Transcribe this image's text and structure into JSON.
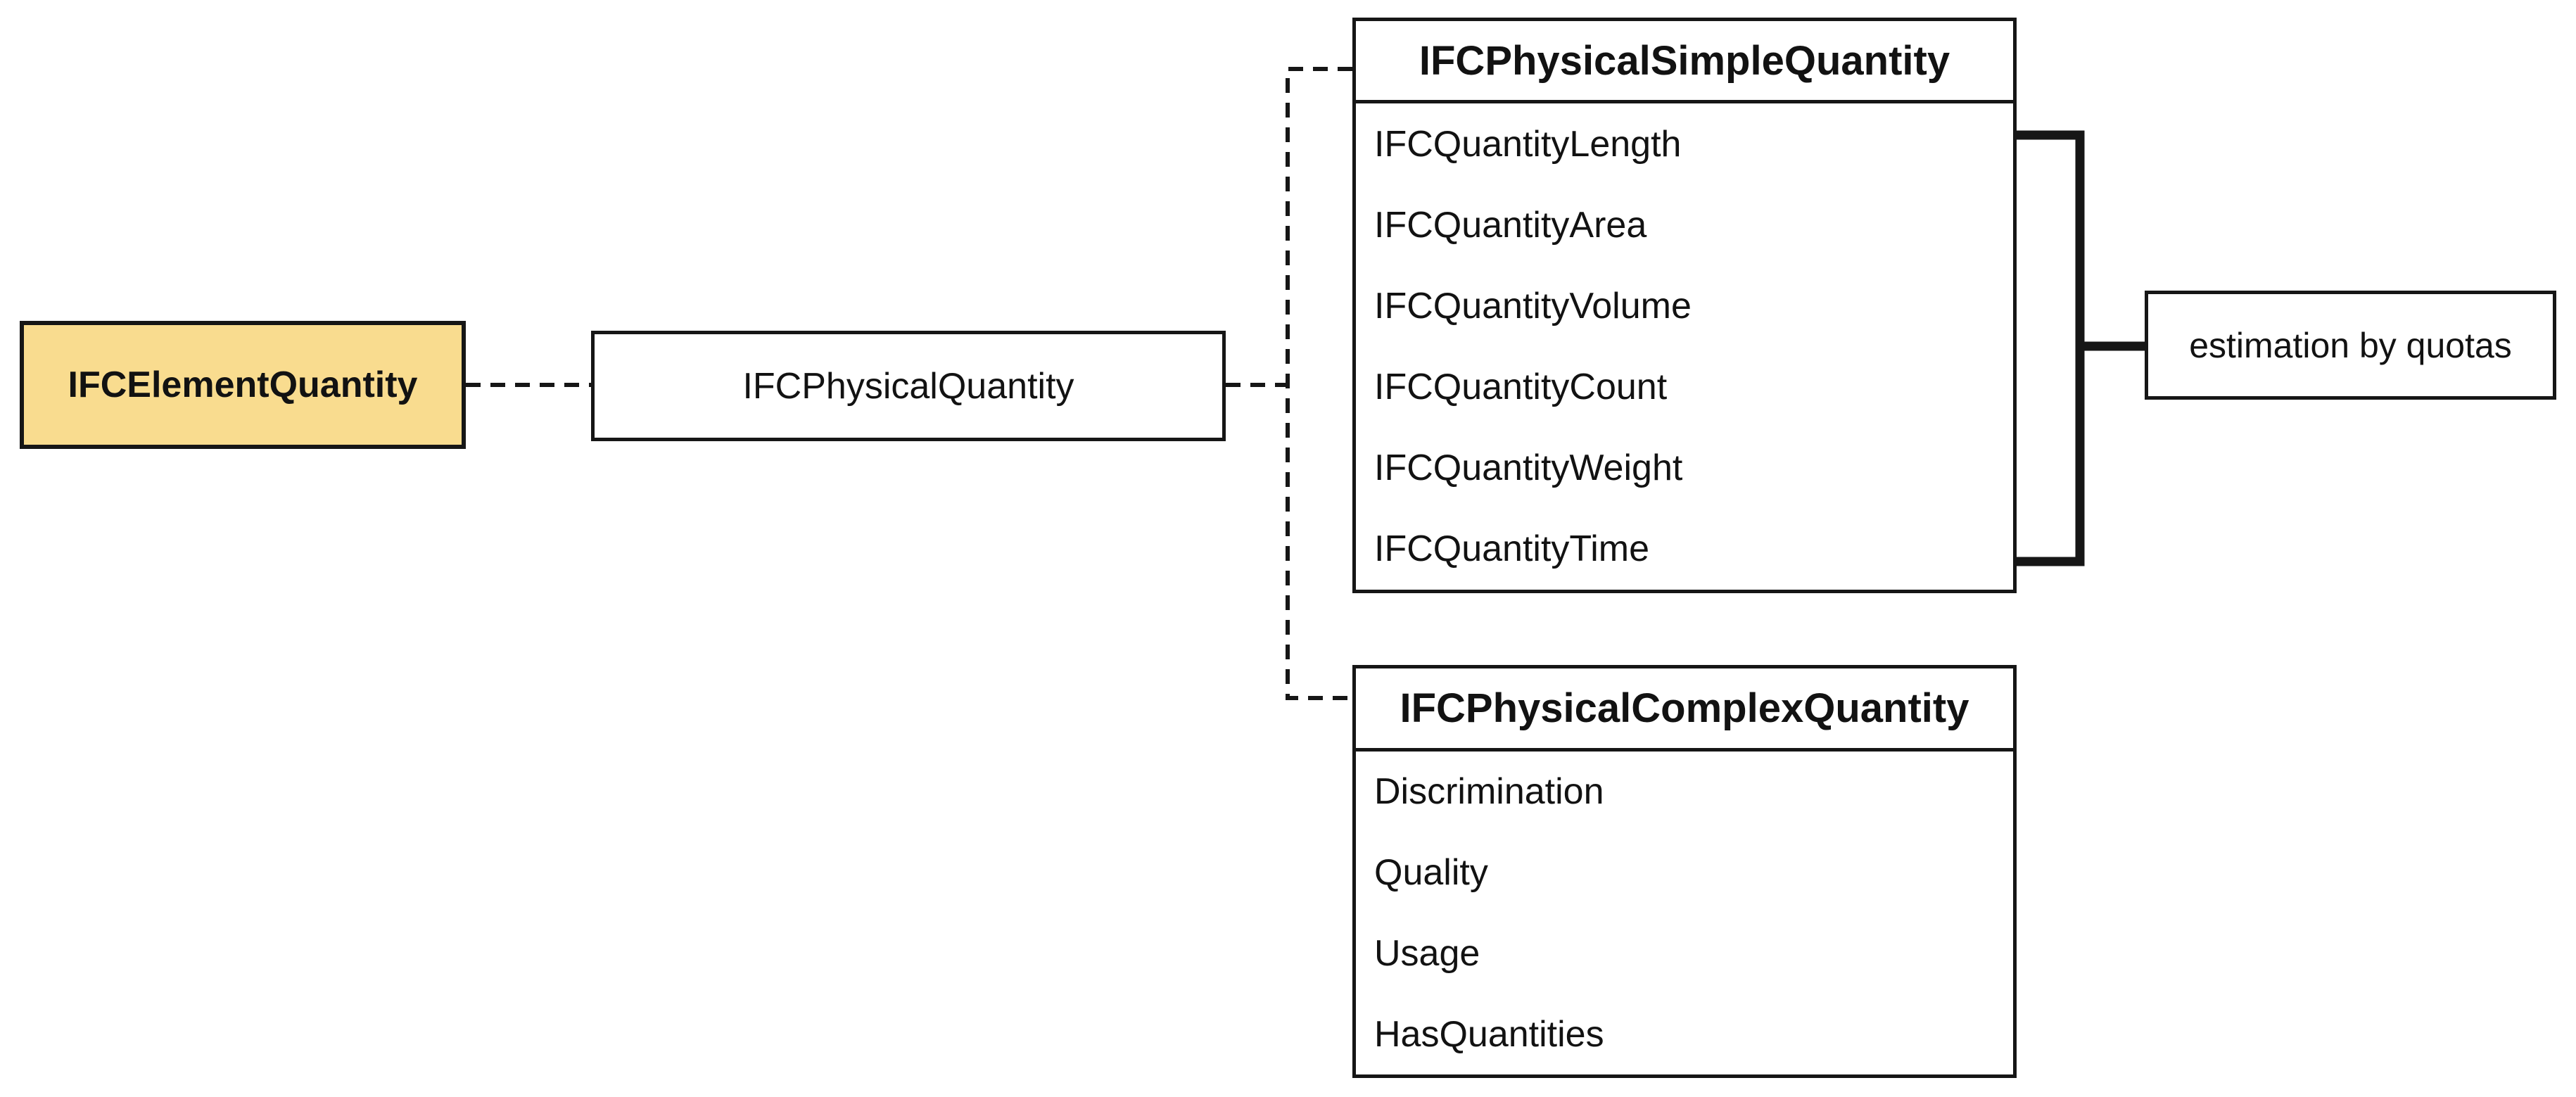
{
  "diagram": {
    "kind": "IFC quantity class diagram",
    "nodes": {
      "element": {
        "label": "IFCElementQuantity"
      },
      "physical": {
        "label": "IFCPhysicalQuantity"
      },
      "simple": {
        "title": "IFCPhysicalSimpleQuantity",
        "items": [
          "IFCQuantityLength",
          "IFCQuantityArea",
          "IFCQuantityVolume",
          "IFCQuantityCount",
          "IFCQuantityWeight",
          "IFCQuantityTime"
        ]
      },
      "complex": {
        "title": "IFCPhysicalComplexQuantity",
        "items": [
          "Discrimination",
          "Quality",
          "Usage",
          "HasQuantities"
        ]
      },
      "estimation": {
        "label": "estimation by quotas"
      }
    },
    "colors": {
      "highlight": "#f9dc8f",
      "line": "#161616",
      "background": "#ffffff"
    }
  }
}
